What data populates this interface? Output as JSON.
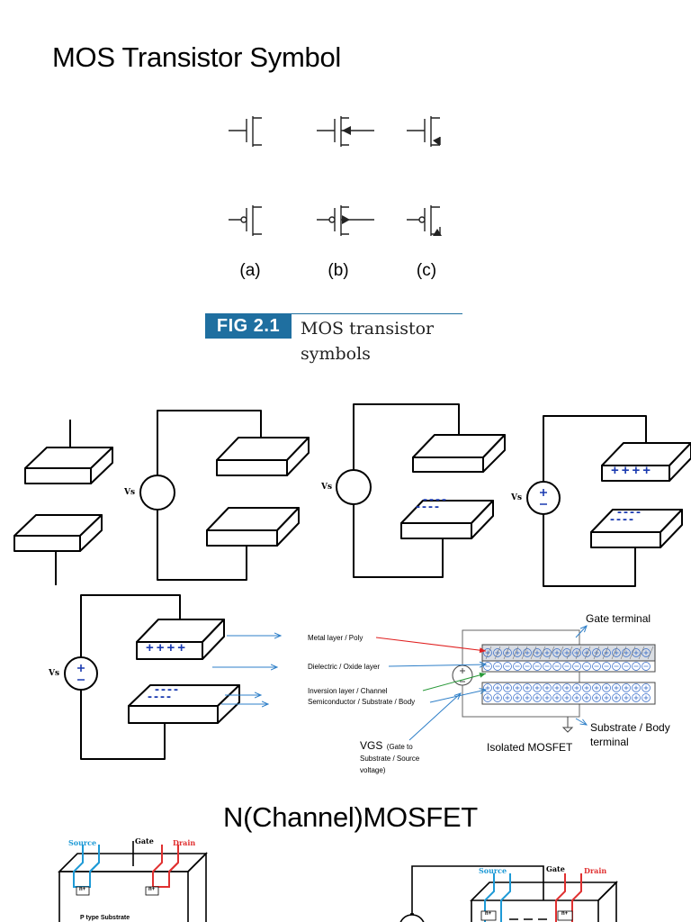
{
  "slide_title": "MOS Transistor Symbol",
  "symbol_labels": [
    "(a)",
    "(b)",
    "(c)"
  ],
  "figure": {
    "badge": "FIG 2.1",
    "caption": "MOS transistor symbols"
  },
  "vs_label": "Vs",
  "charges": {
    "plus": "++++",
    "minus": "----"
  },
  "mosfet_labels": {
    "metal": "Metal layer / Poly",
    "dielectric": "Dielectric / Oxide layer",
    "inversion": "Inversion layer / Channel",
    "semiconductor": "Semiconductor / Substrate / Body",
    "gate_terminal": "Gate terminal",
    "substrate_terminal": "Substrate / Body terminal",
    "isolated": "Isolated MOSFET",
    "vgs_symbol": "VGS",
    "vgs_desc": "(Gate to Substrate / Source voltage)"
  },
  "section_title": "N(Channel)MOSFET",
  "nmos": {
    "source": "Source",
    "gate": "Gate",
    "drain": "Drain",
    "nplus": "n+",
    "substrate": "P type Substrate"
  },
  "colors": {
    "fig_badge": "#1f6fa0",
    "source": "#1e9ad6",
    "drain": "#e03030",
    "arrow": "#2e7fc8",
    "metal_arrow": "#e02020",
    "inversion_arrow": "#2a9a3a",
    "charge_blue": "#1a3ab0"
  }
}
